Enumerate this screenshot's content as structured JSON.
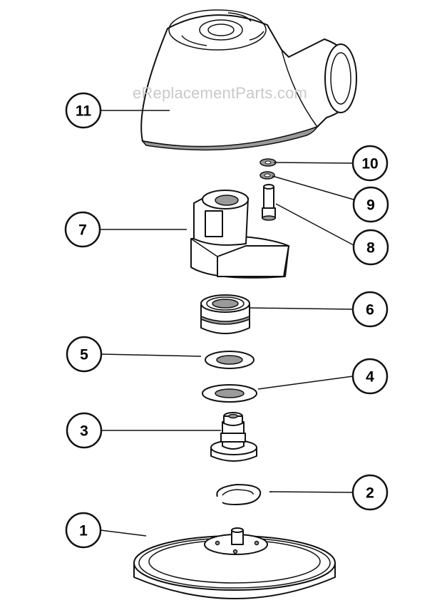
{
  "watermark": "eReplacementParts.com",
  "callouts": [
    {
      "label": "11",
      "part": "housing"
    },
    {
      "label": "10",
      "part": "small-washer"
    },
    {
      "label": "9",
      "part": "lock-washer"
    },
    {
      "label": "8",
      "part": "cap-screw"
    },
    {
      "label": "7",
      "part": "counterweight"
    },
    {
      "label": "6",
      "part": "bearing"
    },
    {
      "label": "5",
      "part": "washer-upper"
    },
    {
      "label": "4",
      "part": "washer-lower"
    },
    {
      "label": "3",
      "part": "spindle"
    },
    {
      "label": "2",
      "part": "retaining-ring"
    },
    {
      "label": "1",
      "part": "backing-pad"
    }
  ]
}
